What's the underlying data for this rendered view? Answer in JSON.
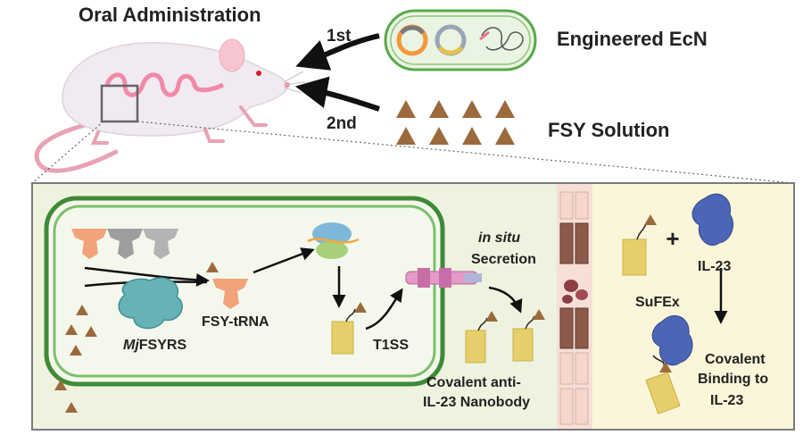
{
  "top": {
    "title": "Oral Administration",
    "step1": "1st",
    "step2": "2nd",
    "engineered": "Engineered EcN",
    "fsy_solution": "FSY Solution"
  },
  "panel": {
    "in_situ": "in situ",
    "secretion": "Secretion",
    "fsy_trna": "FSY-tRNA",
    "mj": "Mj",
    "fsyrs": "FSYRS",
    "t1ss": "T1SS",
    "nanobody_line1": "Covalent anti-",
    "nanobody_line2": "IL-23 Nanobody",
    "il23": "IL-23",
    "sufex": "SuFEx",
    "binding_line1": "Covalent",
    "binding_line2": "Binding to",
    "binding_line3": "IL-23"
  },
  "colors": {
    "panel_bg": "#eef3e0",
    "right_bg": "#fbf6d9",
    "membrane": "#4d8f3c",
    "fsy": "#9b6a3c",
    "nanobody": "#e6cf6a",
    "trna": "#f2a37a",
    "il23": "#4b66b6",
    "mouse": "#f0e8ee",
    "gut": "#f08aa6"
  }
}
